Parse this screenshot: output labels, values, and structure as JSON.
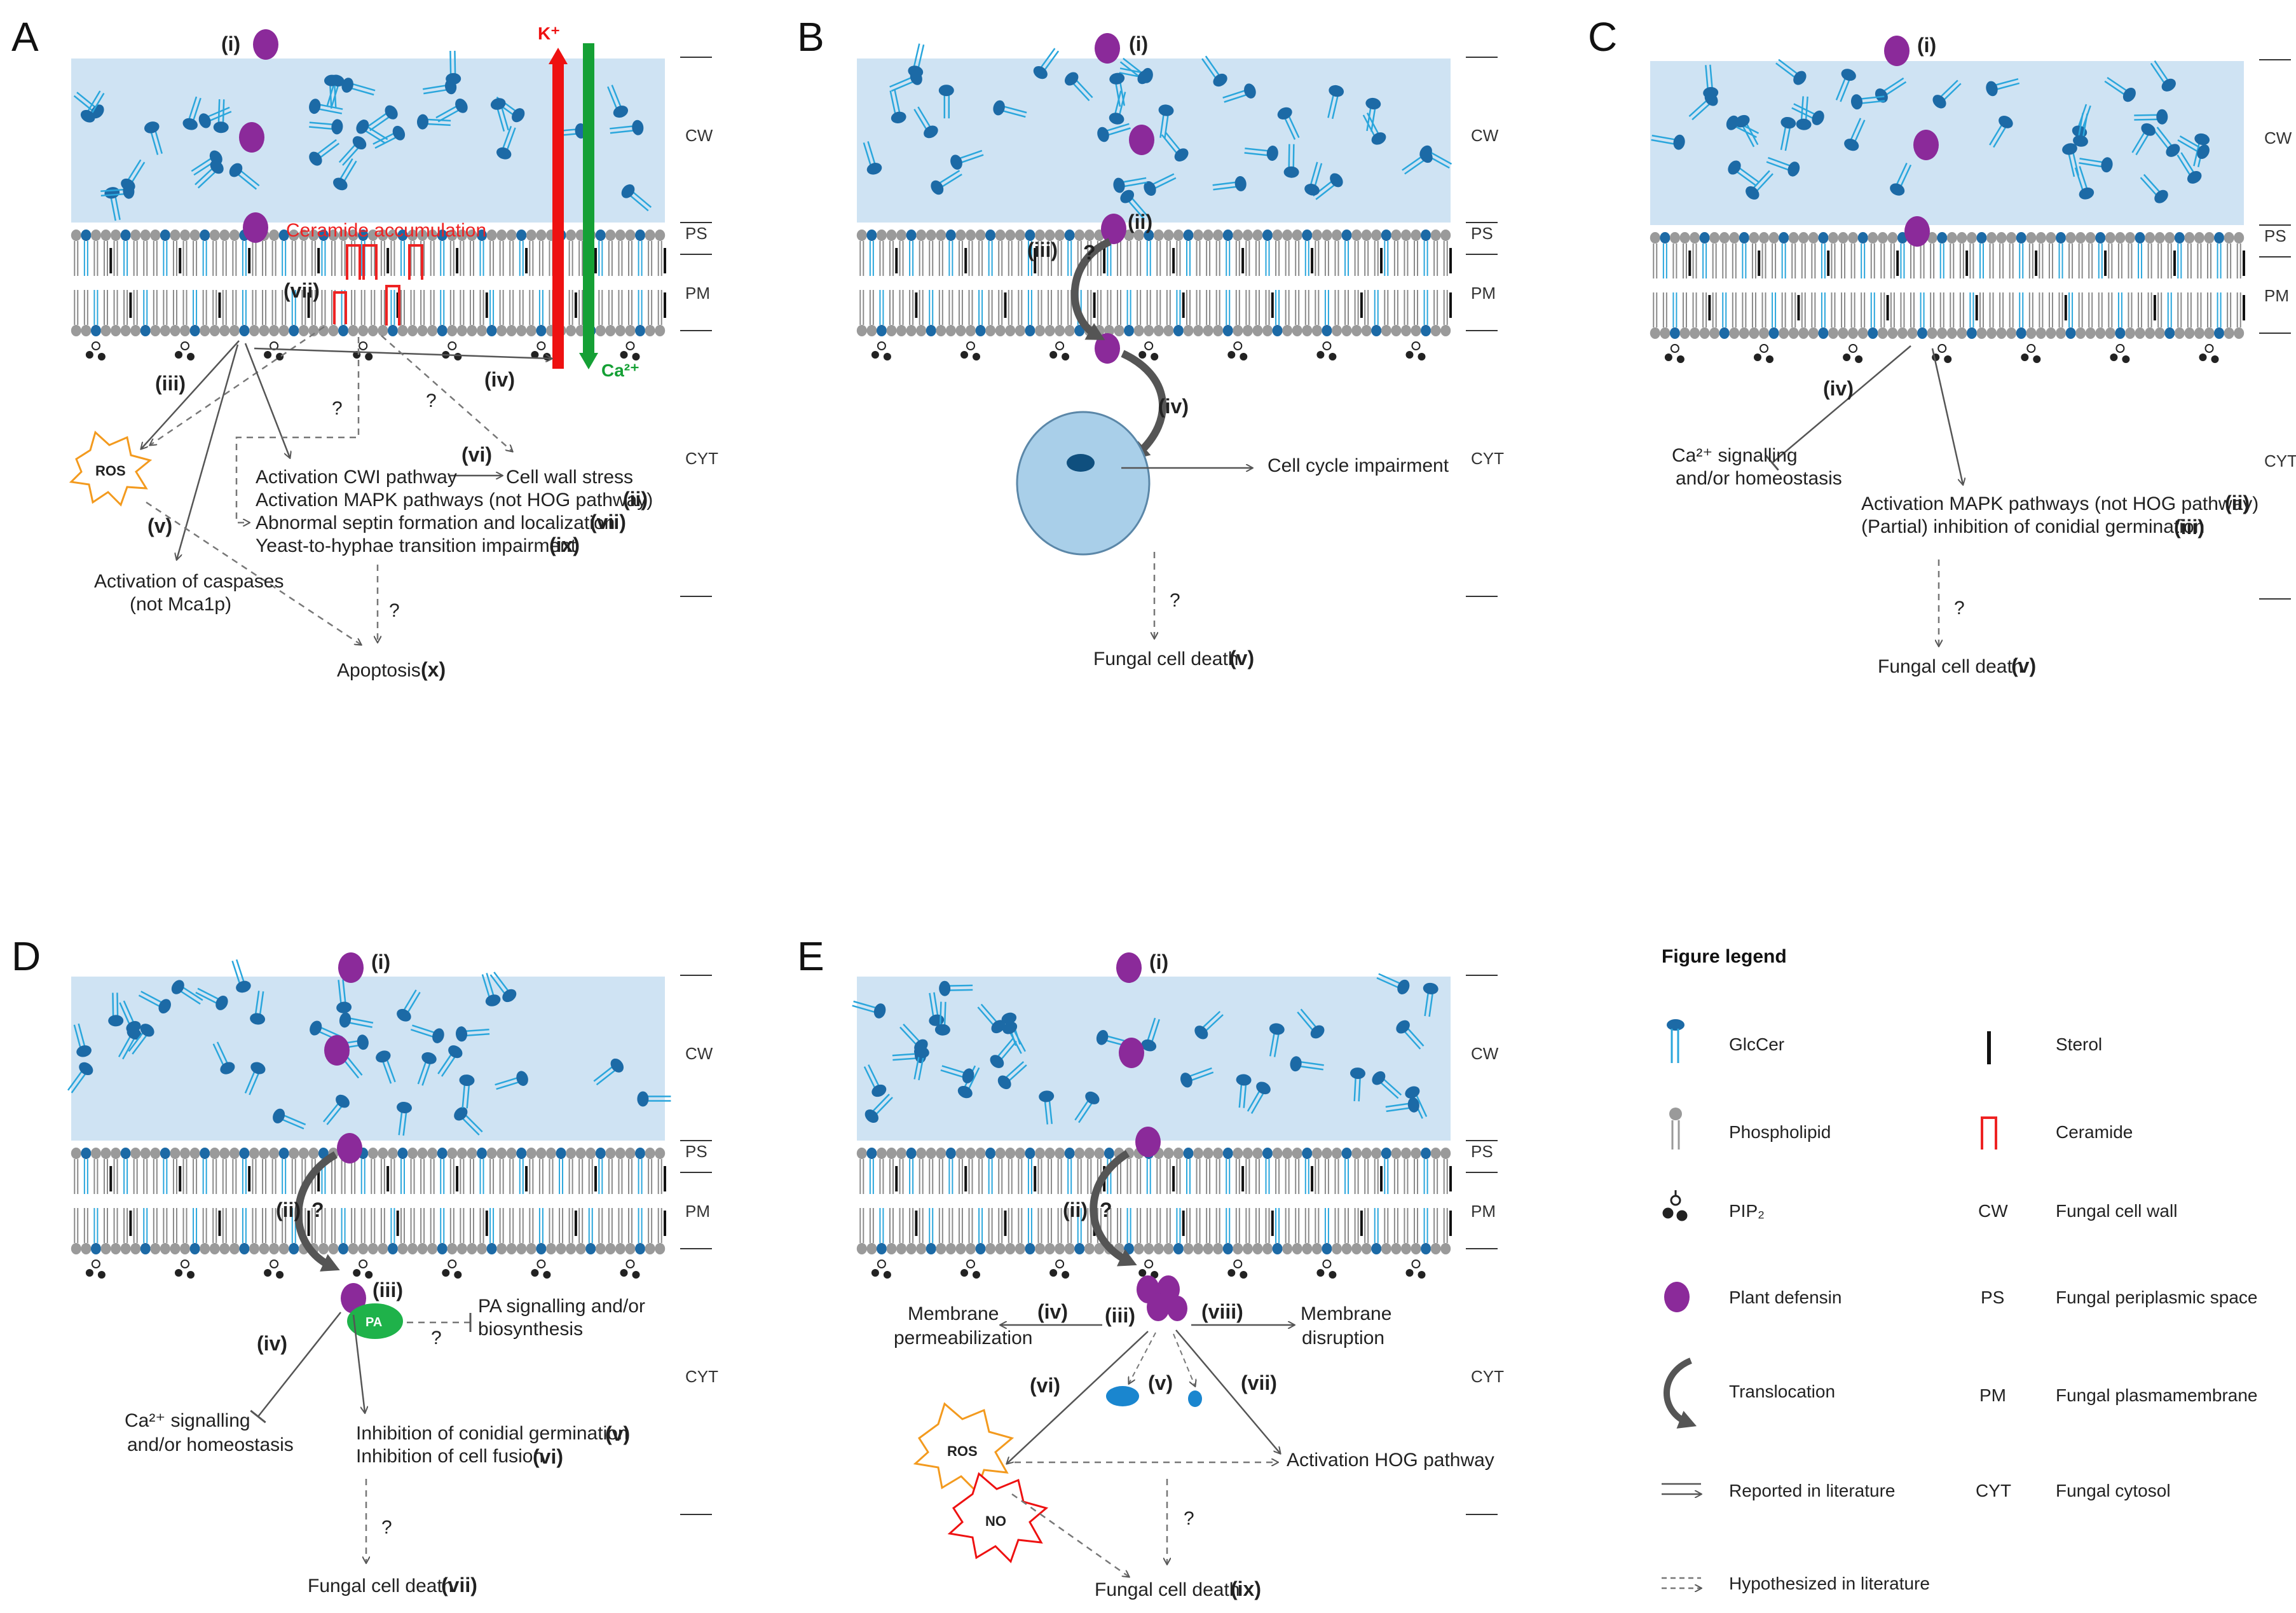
{
  "zones": {
    "cw": "CW",
    "ps": "PS",
    "pm": "PM",
    "cyt": "CYT"
  },
  "common": {
    "q": "?"
  },
  "panelA": {
    "letter": "A",
    "i": "(i)",
    "k_ion": "K⁺",
    "ca_ion": "Ca²⁺",
    "ceramide": "Ceramide accumulation",
    "ros": "ROS",
    "r_ii": "(ii)",
    "r_iii": "(iii)",
    "r_iv": "(iv)",
    "r_v": "(v)",
    "r_vi": "(vi)",
    "r_vii": "(vii)",
    "r_ix": "(ix)",
    "r_x": "(x)",
    "cwi": "Activation CWI pathway",
    "cell_wall_stress": "Cell wall stress",
    "mapk": "Activation MAPK pathways (not HOG pathway)",
    "septin": "Abnormal septin formation and localization",
    "hyphae": "Yeast-to-hyphae transition impairment",
    "caspases1": "Activation of caspases",
    "caspases2": "(not Mca1p)",
    "apoptosis": "Apoptosis"
  },
  "panelB": {
    "letter": "B",
    "i": "(i)",
    "ii": "(ii)",
    "iii": "(iii)",
    "iv": "(iv)",
    "v": "(v)",
    "cell_cycle": "Cell cycle impairment",
    "death": "Fungal cell death"
  },
  "panelC": {
    "letter": "C",
    "i": "(i)",
    "ii": "(ii)",
    "iii": "(iii)",
    "iv": "(iv)",
    "v": "(v)",
    "ca1": "Ca²⁺ signalling",
    "ca2": "and/or homeostasis",
    "mapk": "Activation MAPK pathways (not HOG pathway)",
    "conidial": "(Partial) inhibition of conidial germination",
    "death": "Fungal cell death"
  },
  "panelD": {
    "letter": "D",
    "i": "(i)",
    "ii": "(ii)",
    "iii": "(iii)",
    "iv": "(iv)",
    "v": "(v)",
    "vi": "(vi)",
    "vii": "(vii)",
    "pa": "PA",
    "pa_sig1": "PA signalling and/or",
    "pa_sig2": "biosynthesis",
    "ca1": "Ca²⁺ signalling",
    "ca2": "and/or homeostasis",
    "conidial": "Inhibition of conidial germination",
    "fusion": "Inhibition of cell fusion",
    "death": "Fungal cell death"
  },
  "panelE": {
    "letter": "E",
    "i": "(i)",
    "ii": "(ii)",
    "iii": "(iii)",
    "iv": "(iv)",
    "v": "(v)",
    "vi": "(vi)",
    "vii": "(vii)",
    "viii": "(viii)",
    "ix": "(ix)",
    "perm1": "Membrane",
    "perm2": "permeabilization",
    "disr1": "Membrane",
    "disr2": "disruption",
    "ros": "ROS",
    "no": "NO",
    "hog": "Activation HOG pathway",
    "death": "Fungal cell death"
  },
  "legend": {
    "title": "Figure legend",
    "glccer": "GlcCer",
    "phospholipid": "Phospholipid",
    "pip2": "PIP₂",
    "defensin": "Plant defensin",
    "translocation": "Translocation",
    "reported": "Reported in literature",
    "hypothesized": "Hypothesized in literature",
    "sterol": "Sterol",
    "ceramide": "Ceramide",
    "cw_abbr": "CW",
    "cw_text": "Fungal cell wall",
    "ps_abbr": "PS",
    "ps_text": "Fungal periplasmic space",
    "pm_abbr": "PM",
    "pm_text": "Fungal plasmamembrane",
    "cyt_abbr": "CYT",
    "cyt_text": "Fungal cytosol"
  },
  "colors": {
    "cell_wall": "#cfe3f3",
    "glccer_head": "#1c6aa6",
    "glccer_tail": "#2aa6dc",
    "phospholipid": "#9a9a9a",
    "defensin": "#8b2a9a",
    "k_arrow": "#ee1111",
    "ca_arrow": "#15a035",
    "ceramide": "#ee2222",
    "pa": "#1fb24a",
    "nucleus": "#a9cfe9"
  }
}
